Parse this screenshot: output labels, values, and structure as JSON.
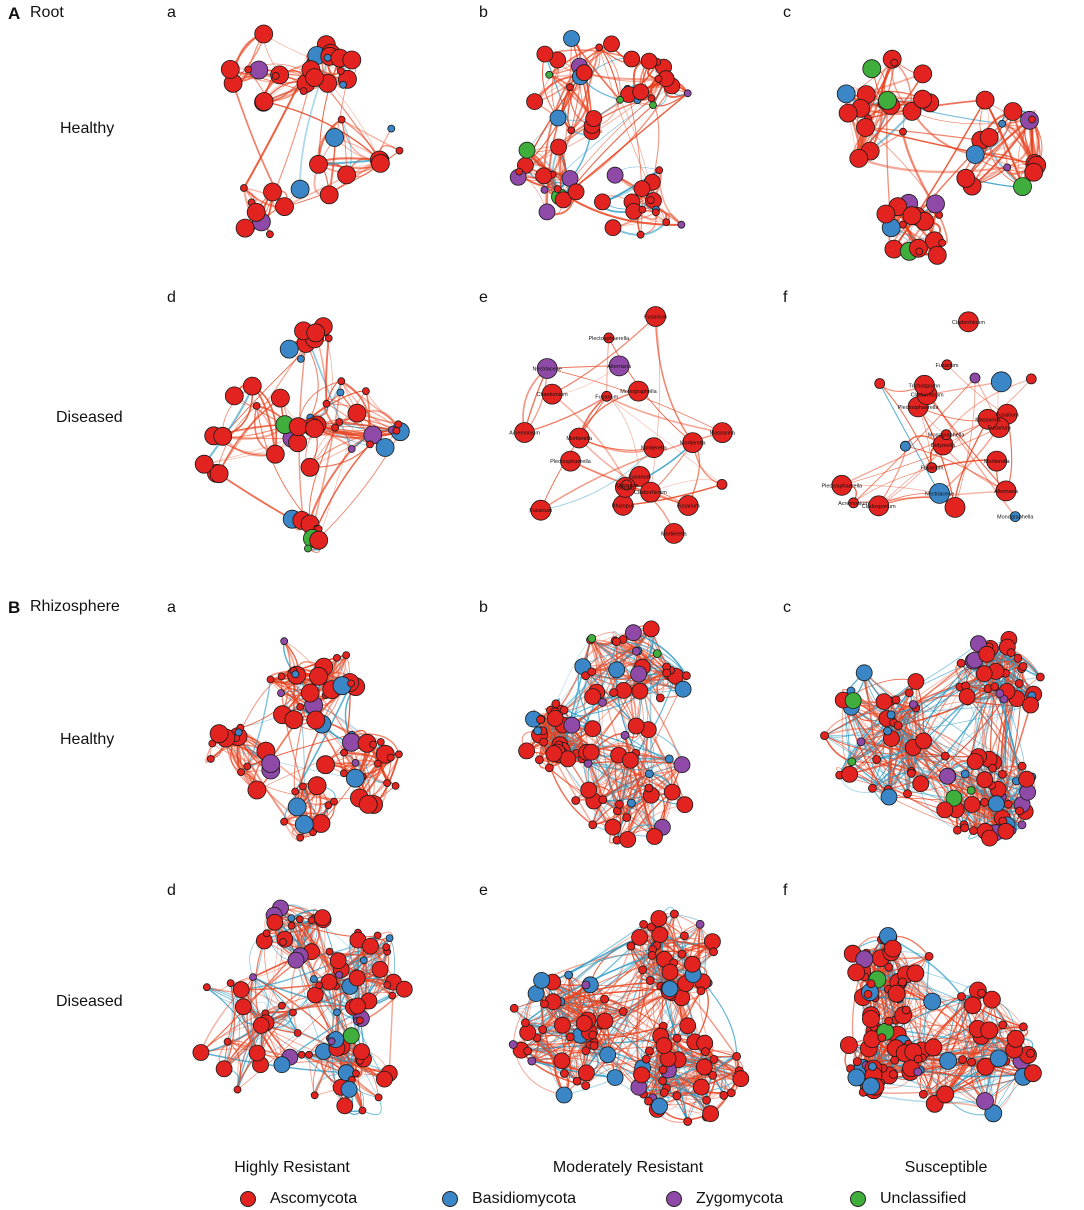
{
  "sections": [
    {
      "letter": "A",
      "title": "Root"
    },
    {
      "letter": "B",
      "title": "Rhizosphere"
    }
  ],
  "rows": [
    "Healthy",
    "Diseased",
    "Healthy",
    "Diseased"
  ],
  "columns": [
    "Highly Resistant",
    "Moderately Resistant",
    "Susceptible"
  ],
  "panel_letters": [
    "a",
    "b",
    "c",
    "d",
    "e",
    "f"
  ],
  "legend": [
    {
      "label": "Ascomycota",
      "color": "#e3231f"
    },
    {
      "label": "Basidiomycota",
      "color": "#3a86c6"
    },
    {
      "label": "Zygomycota",
      "color": "#8e4aa6"
    },
    {
      "label": "Unclassified",
      "color": "#3fae3c"
    }
  ],
  "edge_colors": {
    "positive": "#e8401c",
    "negative": "#2a9ac4"
  },
  "root_diseased_labels": {
    "e": [
      "Mortierella",
      "Fusarium",
      "Mortierella",
      "Monographella",
      "Fusarium",
      "Alternaria",
      "Rhizopus",
      "Massarina",
      "Nectria",
      "Fusarium",
      "Plectosphaerella",
      "Chaetomium",
      "Mortierella",
      "Fusarium",
      "Mortierella",
      "Nectriaceae",
      "Fusarium",
      "Acremonium",
      "Alternaria",
      "Plectosphaerella",
      "Cladorrhinum"
    ],
    "f": [
      "Cladosporium",
      "Didymella",
      "Plectosphaerella",
      "Fusarium",
      "Nectriaceae",
      "Monographella",
      "Plectosphaerella",
      "Fusarium",
      "Cladorrhinum",
      "Trichosporon",
      "Fusarium",
      "Mortierella",
      "Fusarium",
      "Massarina",
      "Acremonium",
      "Alternaria",
      "Cladorrhinum",
      "Monographella"
    ]
  },
  "node_counts": {
    "root": [
      48,
      62,
      55,
      52,
      22,
      24
    ],
    "rhizo": [
      70,
      95,
      110,
      95,
      120,
      110
    ]
  }
}
